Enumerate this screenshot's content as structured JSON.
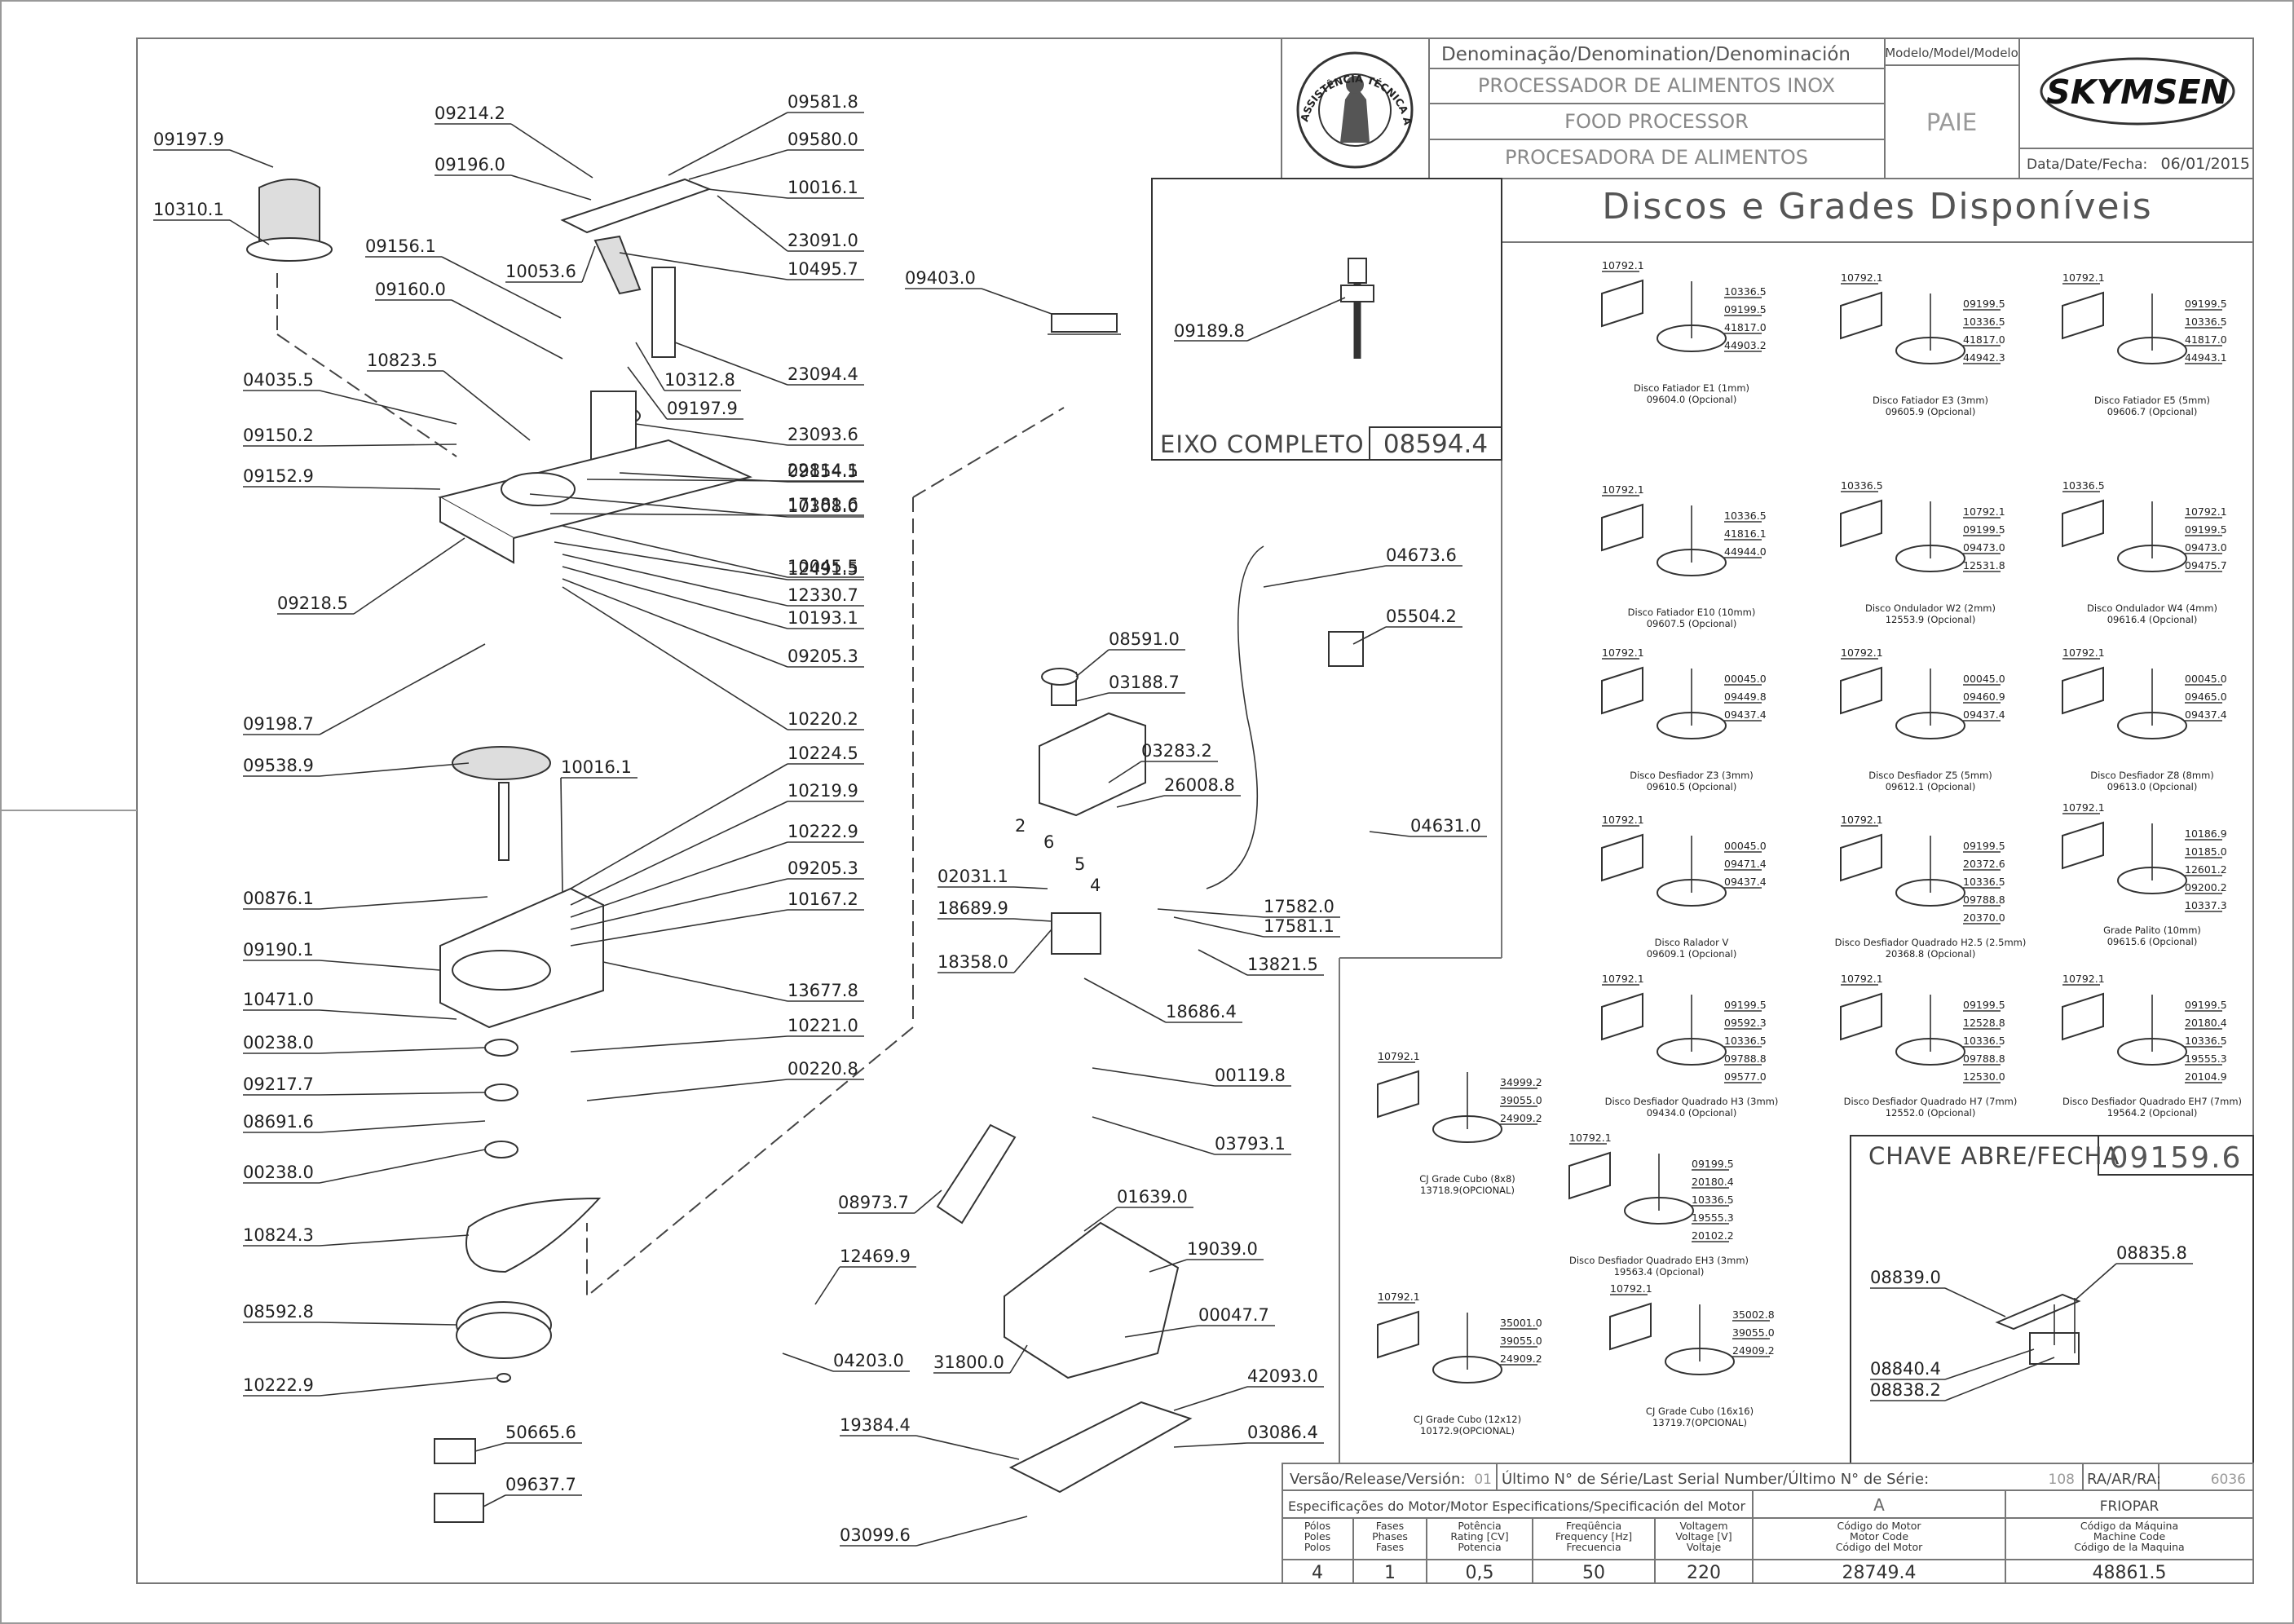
{
  "title_block": {
    "denomination_header": "Denominação/Denomination/Denominación",
    "model_header": "Modelo/Model/Modelo",
    "name_pt": "PROCESSADOR DE ALIMENTOS INOX",
    "name_en": "FOOD PROCESSOR",
    "name_es": "PROCESADORA DE ALIMENTOS",
    "model": "PAIE",
    "brand": "SKYMSEN",
    "date_label": "Data/Date/Fecha:",
    "date": "06/01/2015",
    "seal_text": "ASSISTÊNCIA TÉCNICA AUTORIZADA"
  },
  "discs_title": "Discos e Grades Disponíveis",
  "eixo": {
    "label": "EIXO COMPLETO",
    "code": "08594.4",
    "part": "09189.8"
  },
  "chave": {
    "label": "CHAVE ABRE/FECHA",
    "code": "09159.6",
    "parts": [
      "08839.0",
      "08835.8",
      "08840.4",
      "08838.2"
    ]
  },
  "main_parts": {
    "left": [
      "09197.9",
      "10310.1",
      "04035.5",
      "09150.2",
      "09152.9",
      "09218.5",
      "09198.7",
      "09538.9",
      "00876.1",
      "09190.1",
      "10471.0",
      "00238.0",
      "09217.7",
      "08691.6",
      "00238.0",
      "10824.3",
      "08592.8",
      "10222.9"
    ],
    "top": [
      "09214.2",
      "09196.0",
      "09156.1",
      "09160.0",
      "10823.5",
      "10053.6",
      "10312.8",
      "09197.9",
      "10016.1"
    ],
    "right": [
      "09581.8",
      "09580.0",
      "10016.1",
      "23091.0",
      "10495.7",
      "23094.4",
      "23093.6",
      "09154.5",
      "22814.1",
      "10308.0",
      "17181.6",
      "10045.5",
      "12491.5",
      "12330.7",
      "10193.1",
      "09205.3",
      "10220.2",
      "10224.5",
      "10219.9",
      "10222.9",
      "09205.3",
      "10167.2",
      "13677.8",
      "10221.0",
      "00220.8"
    ],
    "bottom_left": [
      "50665.6",
      "09637.7"
    ],
    "motor": [
      "09403.0",
      "08591.0",
      "03188.7",
      "03283.2",
      "26008.8",
      "02031.1",
      "18689.9",
      "18358.0",
      "17582.0",
      "17581.1",
      "13821.5",
      "18686.4",
      "00119.8",
      "03793.1",
      "04673.6",
      "05504.2",
      "04631.0"
    ],
    "base": [
      "08973.7",
      "01639.0",
      "19039.0",
      "12469.9",
      "04203.0",
      "31800.0",
      "00047.7",
      "42093.0",
      "19384.4",
      "03086.4",
      "03099.6"
    ],
    "motor_wire_numbers": [
      "2",
      "6",
      "5",
      "4"
    ]
  },
  "discs": [
    {
      "name": "Disco Fatiador E1 (1mm)",
      "code": "09604.0 (Opcional)",
      "parts": [
        "10792.1",
        "10336.5",
        "09199.5",
        "41817.0",
        "44903.2"
      ]
    },
    {
      "name": "Disco Fatiador E3 (3mm)",
      "code": "09605.9 (Opcional)",
      "parts": [
        "10792.1",
        "09199.5",
        "10336.5",
        "41817.0",
        "44942.3"
      ]
    },
    {
      "name": "Disco Fatiador E5 (5mm)",
      "code": "09606.7 (Opcional)",
      "parts": [
        "10792.1",
        "09199.5",
        "10336.5",
        "41817.0",
        "44943.1"
      ]
    },
    {
      "name": "Disco Fatiador E10 (10mm)",
      "code": "09607.5 (Opcional)",
      "parts": [
        "10792.1",
        "10336.5",
        "41816.1",
        "44944.0"
      ]
    },
    {
      "name": "Disco Ondulador W2 (2mm)",
      "code": "12553.9 (Opcional)",
      "parts": [
        "10336.5",
        "10792.1",
        "09199.5",
        "09473.0",
        "12531.8"
      ]
    },
    {
      "name": "Disco Ondulador W4 (4mm)",
      "code": "09616.4 (Opcional)",
      "parts": [
        "10336.5",
        "10792.1",
        "09199.5",
        "09473.0",
        "09475.7"
      ]
    },
    {
      "name": "Disco Desfiador Z3 (3mm)",
      "code": "09610.5 (Opcional)",
      "parts": [
        "10792.1",
        "00045.0",
        "09449.8",
        "09437.4"
      ]
    },
    {
      "name": "Disco Desfiador Z5 (5mm)",
      "code": "09612.1 (Opcional)",
      "parts": [
        "10792.1",
        "00045.0",
        "09460.9",
        "09437.4"
      ]
    },
    {
      "name": "Disco Desfiador Z8 (8mm)",
      "code": "09613.0 (Opcional)",
      "parts": [
        "10792.1",
        "00045.0",
        "09465.0",
        "09437.4"
      ]
    },
    {
      "name": "Disco Ralador V",
      "code": "09609.1 (Opcional)",
      "parts": [
        "10792.1",
        "00045.0",
        "09471.4",
        "09437.4"
      ]
    },
    {
      "name": "Disco Desfiador Quadrado H2.5 (2.5mm)",
      "code": "20368.8 (Opcional)",
      "parts": [
        "10792.1",
        "09199.5",
        "20372.6",
        "10336.5",
        "09788.8",
        "20370.0"
      ]
    },
    {
      "name": "Grade Palito (10mm)",
      "code": "09615.6 (Opcional)",
      "parts": [
        "10792.1",
        "10186.9",
        "10185.0",
        "12601.2",
        "09200.2",
        "10337.3"
      ]
    },
    {
      "name": "Disco Desfiador Quadrado H3 (3mm)",
      "code": "09434.0 (Opcional)",
      "parts": [
        "10792.1",
        "09199.5",
        "09592.3",
        "10336.5",
        "09788.8",
        "09577.0"
      ]
    },
    {
      "name": "Disco Desfiador Quadrado H7 (7mm)",
      "code": "12552.0 (Opcional)",
      "parts": [
        "10792.1",
        "09199.5",
        "12528.8",
        "10336.5",
        "09788.8",
        "12530.0"
      ]
    },
    {
      "name": "Disco Desfiador Quadrado EH7 (7mm)",
      "code": "19564.2 (Opcional)",
      "parts": [
        "10792.1",
        "09199.5",
        "20180.4",
        "10336.5",
        "19555.3",
        "20104.9"
      ]
    },
    {
      "name": "CJ Grade Cubo (8x8)",
      "code": "13718.9(OPCIONAL)",
      "parts": [
        "10792.1",
        "34999.2",
        "39055.0",
        "24909.2"
      ]
    },
    {
      "name": "Disco Desfiador Quadrado EH3 (3mm)",
      "code": "19563.4 (Opcional)",
      "parts": [
        "10792.1",
        "09199.5",
        "20180.4",
        "10336.5",
        "19555.3",
        "20102.2"
      ]
    },
    {
      "name": "CJ Grade Cubo (12x12)",
      "code": "10172.9(OPCIONAL)",
      "parts": [
        "10792.1",
        "35001.0",
        "39055.0",
        "24909.2"
      ]
    },
    {
      "name": "CJ Grade Cubo (16x16)",
      "code": "13719.7(OPCIONAL)",
      "parts": [
        "10792.1",
        "35002.8",
        "39055.0",
        "24909.2"
      ]
    }
  ],
  "bottom_block": {
    "version_label": "Versão/Release/Versión:",
    "version": "01",
    "serial_label": "Último N° de Série/Last Serial Number/Último N° de Série:",
    "serial": "108",
    "ra_label": "RA/AR/RA:",
    "ra": "6036",
    "spec_header": "Especificações do Motor/Motor Especifications/Specificación del Motor",
    "motor_letter": "A",
    "supplier": "FRIOPAR",
    "specs": [
      {
        "label": [
          "Pólos",
          "Poles",
          "Polos"
        ],
        "value": "4"
      },
      {
        "label": [
          "Fases",
          "Phases",
          "Fases"
        ],
        "value": "1"
      },
      {
        "label": [
          "Potência",
          "Rating [CV]",
          "Potencia"
        ],
        "value": "0,5"
      },
      {
        "label": [
          "Freqüência",
          "Frequency [Hz]",
          "Frecuencia"
        ],
        "value": "50"
      },
      {
        "label": [
          "Voltagem",
          "Voltage [V]",
          "Voltaje"
        ],
        "value": "220"
      },
      {
        "label": [
          "Código do Motor",
          "Motor Code",
          "Código del Motor"
        ],
        "value": "28749.4"
      },
      {
        "label": [
          "Código da Máquina",
          "Machine Code",
          "Código de la Maquina"
        ],
        "value": "48861.5"
      }
    ]
  }
}
